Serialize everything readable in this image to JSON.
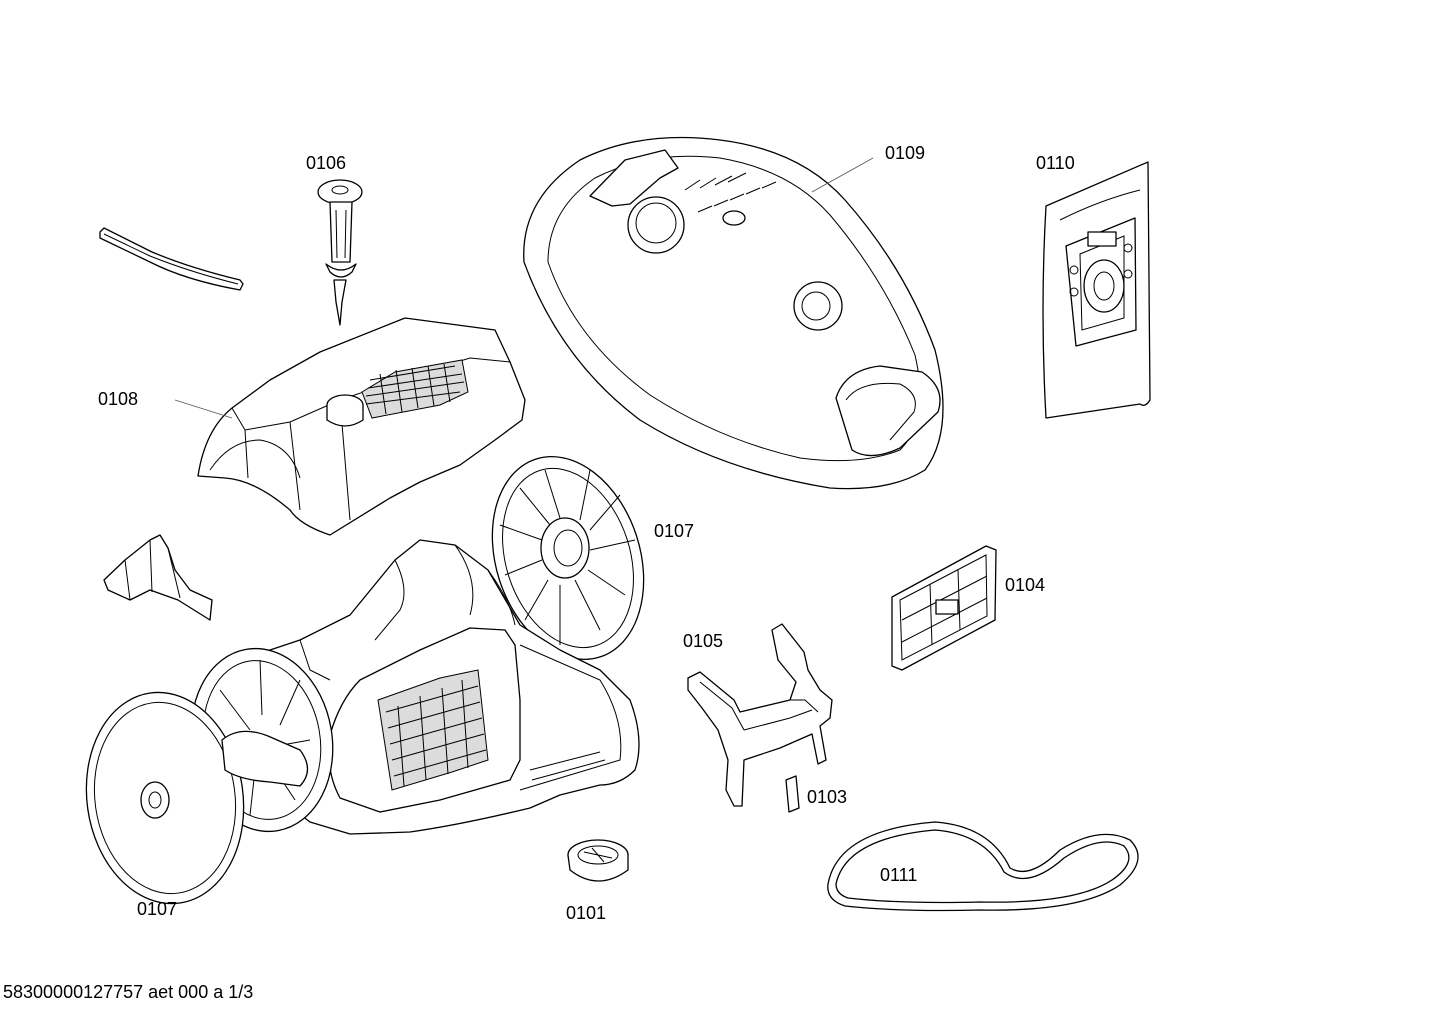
{
  "parts": [
    {
      "id": "p0101",
      "label": "0101"
    },
    {
      "id": "p0103",
      "label": "0103"
    },
    {
      "id": "p0104",
      "label": "0104"
    },
    {
      "id": "p0105",
      "label": "0105"
    },
    {
      "id": "p0106",
      "label": "0106"
    },
    {
      "id": "p0107a",
      "label": "0107"
    },
    {
      "id": "p0107b",
      "label": "0107"
    },
    {
      "id": "p0108",
      "label": "0108"
    },
    {
      "id": "p0109",
      "label": "0109"
    },
    {
      "id": "p0110",
      "label": "0110"
    },
    {
      "id": "p0111",
      "label": "0111"
    }
  ],
  "footer": "58300000127757 aet 000 a 1/3"
}
